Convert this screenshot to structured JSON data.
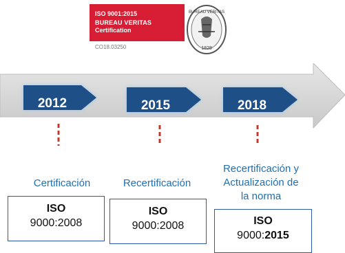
{
  "badge": {
    "line1": "ISO 9001:2015",
    "line2": "BUREAU VERITAS",
    "line3": "Certification",
    "code": "CO18.03250",
    "seal_top_text": "BUREAU VERITAS",
    "seal_year": "1828"
  },
  "timeline": {
    "events": [
      {
        "year": "2012",
        "label": "Certificación",
        "std_name": "ISO",
        "std_prefix": "9000:2008",
        "std_suffix": ""
      },
      {
        "year": "2015",
        "label": "Recertificación",
        "std_name": "ISO",
        "std_prefix": "9000:2008",
        "std_suffix": ""
      },
      {
        "year": "2018",
        "label_lines": [
          "Recertificación y",
          "Actualización de",
          "la norma"
        ],
        "std_name": "ISO",
        "std_prefix": "9000:",
        "std_suffix": "2015"
      }
    ]
  },
  "colors": {
    "arrow_fill": "#d4d4d4",
    "year_box": "#1f4f87",
    "label_text": "#1f6fb2",
    "connector": "#c0392b",
    "badge_red": "#d61d33"
  }
}
